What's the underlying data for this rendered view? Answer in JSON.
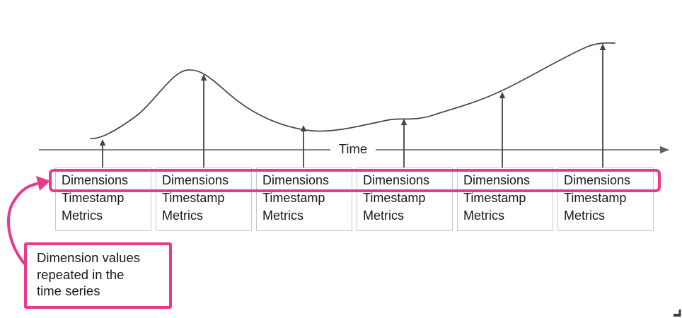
{
  "axis": {
    "label": "Time"
  },
  "records": [
    {
      "dimensions": "Dimensions",
      "timestamp": "Timestamp",
      "metrics": "Metrics"
    },
    {
      "dimensions": "Dimensions",
      "timestamp": "Timestamp",
      "metrics": "Metrics"
    },
    {
      "dimensions": "Dimensions",
      "timestamp": "Timestamp",
      "metrics": "Metrics"
    },
    {
      "dimensions": "Dimensions",
      "timestamp": "Timestamp",
      "metrics": "Metrics"
    },
    {
      "dimensions": "Dimensions",
      "timestamp": "Timestamp",
      "metrics": "Metrics"
    },
    {
      "dimensions": "Dimensions",
      "timestamp": "Timestamp",
      "metrics": "Metrics"
    }
  ],
  "annotation": {
    "lines": [
      "Dimension values",
      "repeated in the",
      "time series"
    ]
  },
  "colors": {
    "accent_pink": "#e83a8c",
    "stroke_dark": "#3e4454",
    "axis_gray": "#5b6069",
    "box_border": "#c8c8c8"
  }
}
